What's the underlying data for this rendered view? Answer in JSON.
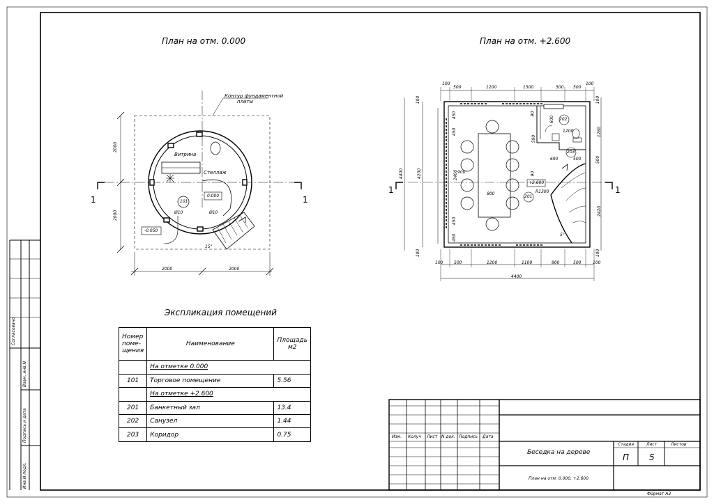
{
  "plan1": {
    "title": "План на отм. 0.000",
    "contour_note_line1": "Контур фундаментной",
    "contour_note_line2": "плиты",
    "vitrina": "Витрина",
    "stellazh": "Стеллаж",
    "room_101": "101",
    "mark_000": "0.000",
    "mark_neg": "-0.050",
    "dim_2000_top": "2000",
    "dim_2000_bottom": "2000",
    "dim_x1": "2000",
    "dim_x2": "2000",
    "dim_r1": "Ø10",
    "dim_r2": "Ø10",
    "angle": "15°",
    "section": "1"
  },
  "plan2": {
    "title": "План на отм. +2.600",
    "top_dims": [
      "100",
      "500",
      "1200",
      "1500",
      "500",
      "500",
      "100"
    ],
    "bottom_dims": [
      "100",
      "500",
      "1200",
      "1100",
      "900",
      "500",
      "100"
    ],
    "overall": "4400",
    "left_dims": [
      "100",
      "4400",
      "4200",
      "100"
    ],
    "inner_left": [
      "450",
      "450",
      "2400",
      "450",
      "450"
    ],
    "right_dims": [
      "100",
      "1280",
      "500",
      "2420",
      "100"
    ],
    "inner_right": [
      "590",
      "600",
      "90",
      "90",
      "1200",
      "690",
      "500"
    ],
    "room_201": "201",
    "room_202": "202",
    "room_203": "203",
    "mark": "+2.600",
    "dim_900": "900",
    "dim_800": "800",
    "radius": "R1300",
    "angle": "5°",
    "section": "1"
  },
  "explication": {
    "title": "Экспликация помещений",
    "col_num": "Номер поме-щения",
    "col_name": "Наименование",
    "col_area": "Площадь м2",
    "group1": "На отметке 0.000",
    "group2": "На отметке +2.600",
    "rows1": [
      {
        "num": "101",
        "name": "Торговое помещение",
        "area": "5.56"
      }
    ],
    "rows2": [
      {
        "num": "201",
        "name": "Банкетный зал",
        "area": "13.4"
      },
      {
        "num": "202",
        "name": "Санузел",
        "area": "1.44"
      },
      {
        "num": "203",
        "name": "Коридор",
        "area": "0.75"
      }
    ]
  },
  "stamp": {
    "h_izm": "Изм.",
    "h_koluch": "Колуч",
    "h_list": "Лист",
    "h_ndok": "N док.",
    "h_podpis": "Подпись",
    "h_data": "Дата",
    "project": "Беседка на дереве",
    "sheet_desc": "План на отм. 0.000, +2.600",
    "stadiya_h": "Стадия",
    "list_h": "Лист",
    "listov_h": "Листов",
    "stadiya": "П",
    "list": "5",
    "format": "Формат А3"
  },
  "side": {
    "soglasovano": "Согласовано",
    "vzam": "Взам. инв.N",
    "podpis": "Подпись и дата",
    "inv": "Инв.N подл."
  }
}
